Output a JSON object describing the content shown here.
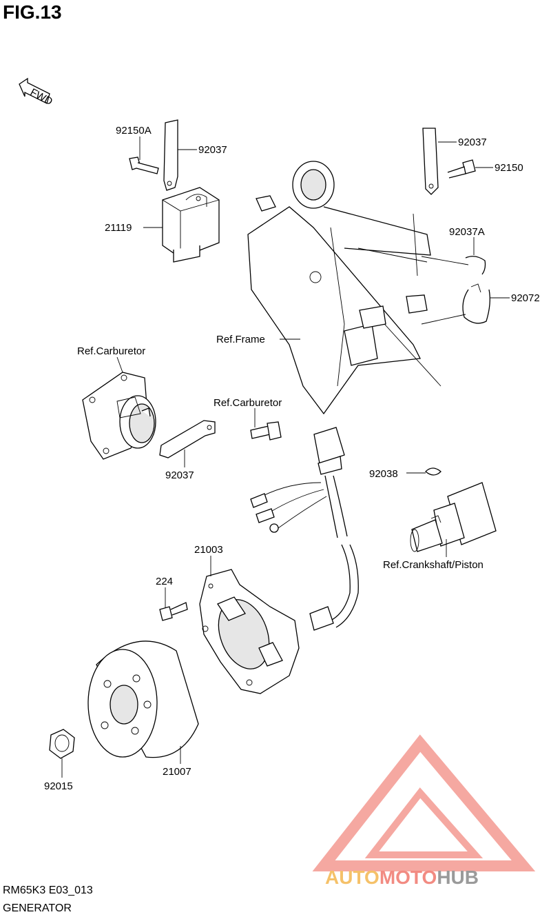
{
  "figure": {
    "title": "FIG.13"
  },
  "fwd_label": "FWD",
  "callouts": {
    "c92150A": "92150A",
    "c92037_tl": "92037",
    "c21119": "21119",
    "c92037_tr": "92037",
    "c92150": "92150",
    "c92037A": "92037A",
    "c92072": "92072",
    "ref_frame": "Ref.Frame",
    "ref_carb_1": "Ref.Carburetor",
    "ref_carb_2": "Ref.Carburetor",
    "c92037_mid": "92037",
    "c92038": "92038",
    "ref_crank": "Ref.Crankshaft/Piston",
    "c21003": "21003",
    "c224": "224",
    "c92015": "92015",
    "c21007": "21007"
  },
  "footer": {
    "code": "RM65K3 E03_013",
    "name": "GENERATOR"
  },
  "watermark": {
    "text_a": "AUTO",
    "text_b": "MOTO",
    "text_c": "HUB",
    "color_a": "#f5c169",
    "color_b": "#f28b82",
    "color_c": "#9a9a9a",
    "logo_color": "#f28b82"
  }
}
